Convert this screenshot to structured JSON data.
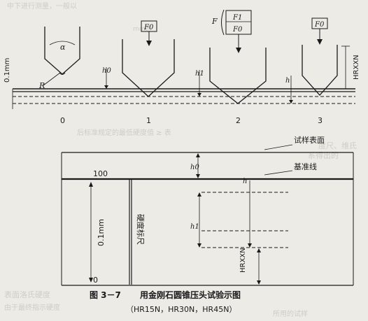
{
  "upper": {
    "scale_label": "0.1mm",
    "angle_label": "α",
    "radius_label": "R",
    "steps": [
      "0",
      "1",
      "2",
      "3"
    ],
    "h0_label": "h0",
    "h1_label": "h1",
    "h_label": "h",
    "force_F0": "F0",
    "force_F": "F",
    "force_F1": "F1",
    "hr_label": "HRXXN"
  },
  "lower": {
    "sample_surface_label": "试样表面",
    "baseline_label": "基准线",
    "top_value": "100",
    "bottom_value": "0",
    "scale_label": "0.1mm",
    "ruler_label": "硬度标尺",
    "h0_label": "h0",
    "h_label": "h",
    "h1_label": "h1",
    "hr_label": "HRXXN"
  },
  "caption": {
    "figure_no": "图 3－7",
    "title": "用金刚石圆锥压头试验示图",
    "subtitle": "（HR15N，HR30N，HR45N）"
  },
  "background_show_through": {
    "top_left_line": "中下进行测量，一般以",
    "top_left_line2": "mm的",
    "mid_right_line": "后标准规定的最低硬度值 ≥ 表",
    "mid_right_line2": "度尺、维氏",
    "mid_right_line3": "系得出的",
    "bottom_line1": "表面洛氏硬度",
    "bottom_line2": "由于最终指示硬度",
    "bottom_line3": "所用的试样"
  }
}
